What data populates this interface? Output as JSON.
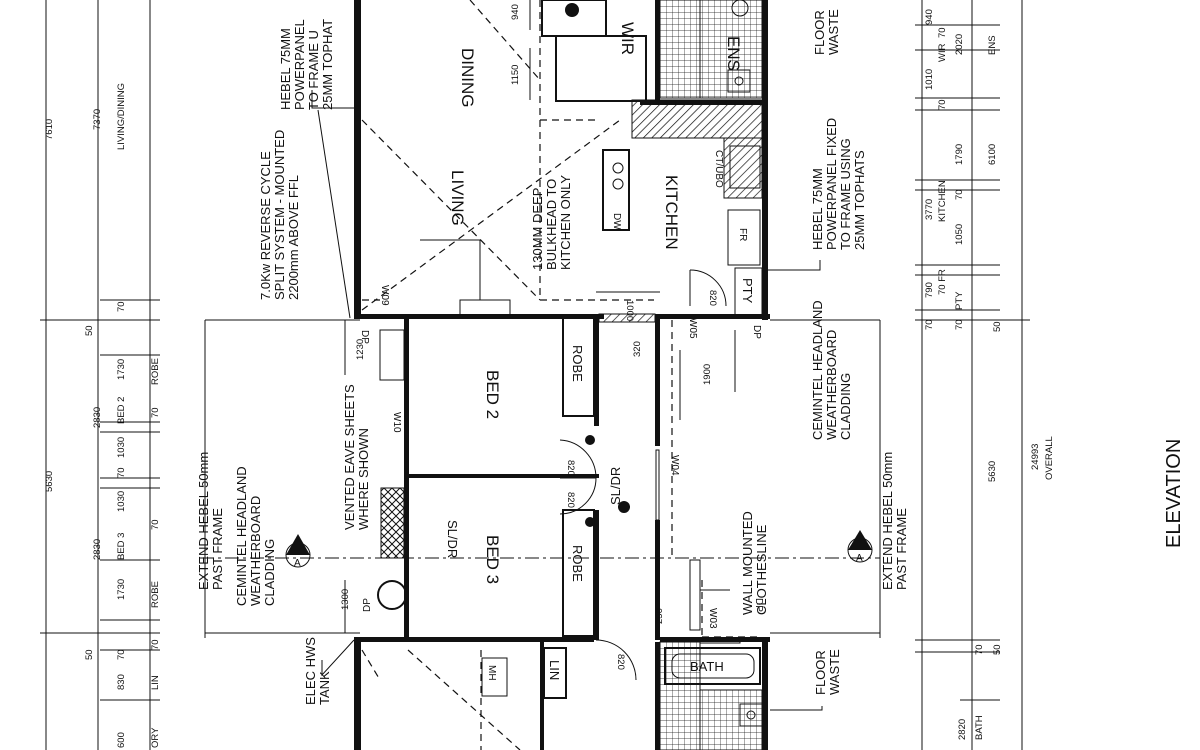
{
  "rooms": {
    "dining": "DINING",
    "wir": "WIR",
    "ens": "ENS",
    "living": "LIVING",
    "kitchen": "KITCHEN",
    "bed2": "BED 2",
    "bed3": "BED 3",
    "robe": "ROBE",
    "bath": "BATH",
    "lin": "LIN",
    "mh": "MH",
    "pty": "PTY",
    "fr": "FR",
    "ctubo": "CT/UBO",
    "dw": "DW"
  },
  "windows": [
    "W09",
    "W10",
    "W05",
    "W04",
    "W03"
  ],
  "notes": {
    "hebel_top": [
      "HEBEL 75MM",
      "POWERPANEL",
      "TO FRAME U",
      "25MM TOPHAT"
    ],
    "split_system": [
      "7.0Kw REVERSE CYCLE",
      "SPLIT SYSTEM - MOUNTED",
      "2200mm ABOVE FFL"
    ],
    "bulkhead": [
      "130MM DEEP",
      "BULKHEAD TO",
      "KITCHEN ONLY"
    ],
    "floor_waste": [
      "FLOOR",
      "WASTE"
    ],
    "hebel_right": [
      "HEBEL 75MM",
      "POWERPANEL FIXED",
      "TO FRAME USING",
      "25MM TOPHATS"
    ],
    "cemintel_right": [
      "CEMINTEL HEADLAND",
      "WEATHERBOARD",
      "CLADDING"
    ],
    "extend_right": [
      "EXTEND HEBEL 50mm",
      "PAST FRAME"
    ],
    "extend_left": [
      "EXTEND HEBEL 50mm",
      "PAST FRAME"
    ],
    "cemintel_left": [
      "CEMINTEL HEADLAND",
      "WEATHERBOARD",
      "CLADDING"
    ],
    "vented": [
      "VENTED EAVE SHEETS",
      "WHERE SHOWN"
    ],
    "clothesline": [
      "WALL MOUNTED",
      "CLOTHESLINE"
    ],
    "hws": [
      "ELEC HWS",
      "TANK"
    ],
    "sldr": "SL/DR",
    "dp": "DP",
    "section": "A",
    "elevation": "ELEVATION"
  },
  "dims_left": {
    "overall_top": "7610",
    "sub_top": "7370",
    "living_dining": "LIVING/DINING",
    "d70a": "70",
    "d50a": "50",
    "d1730a": "1730",
    "robe_a": "ROBE",
    "d2830a": "2830",
    "bed2": "BED 2",
    "d70b": "70",
    "d1030a": "1030",
    "d5630": "5630",
    "d70c": "70",
    "d1030b": "1030",
    "d2830b": "2830",
    "bed3": "BED 3",
    "d70d": "70",
    "d1730b": "1730",
    "robe_b": "ROBE",
    "d50b": "50",
    "d70e": "70",
    "d830": "830",
    "lin": "LIN",
    "d70f": "70",
    "d600": "600",
    "story": "ORY"
  },
  "dims_right": {
    "d940": "940",
    "d70a": "70",
    "d2020": "2020",
    "ens": "ENS",
    "d1010": "1010",
    "wir": "WIR",
    "d70b": "70",
    "d1790": "1790",
    "d6100": "6100",
    "d3770": "3770",
    "kitchen": "KITCHEN",
    "d1050": "1050",
    "d70c": "70",
    "fr": "70 FR",
    "d790": "790",
    "pty": "PTY",
    "d70d": "70",
    "d70e": "70",
    "d50": "50",
    "d5630": "5630",
    "d24993": "24993",
    "overall": "OVERALL",
    "d50b": "50",
    "d70f": "70",
    "d2820": "2820",
    "bath": "BATH"
  },
  "dims_inner": {
    "d1150": "1150",
    "d940": "940",
    "d1000": "1000",
    "d1230": "1230",
    "d320": "320",
    "d1900": "1900",
    "d1300": "1300",
    "d250": "250",
    "door_820a": "820",
    "door_820b": "820",
    "door_820c": "820",
    "door_820d": "820"
  }
}
